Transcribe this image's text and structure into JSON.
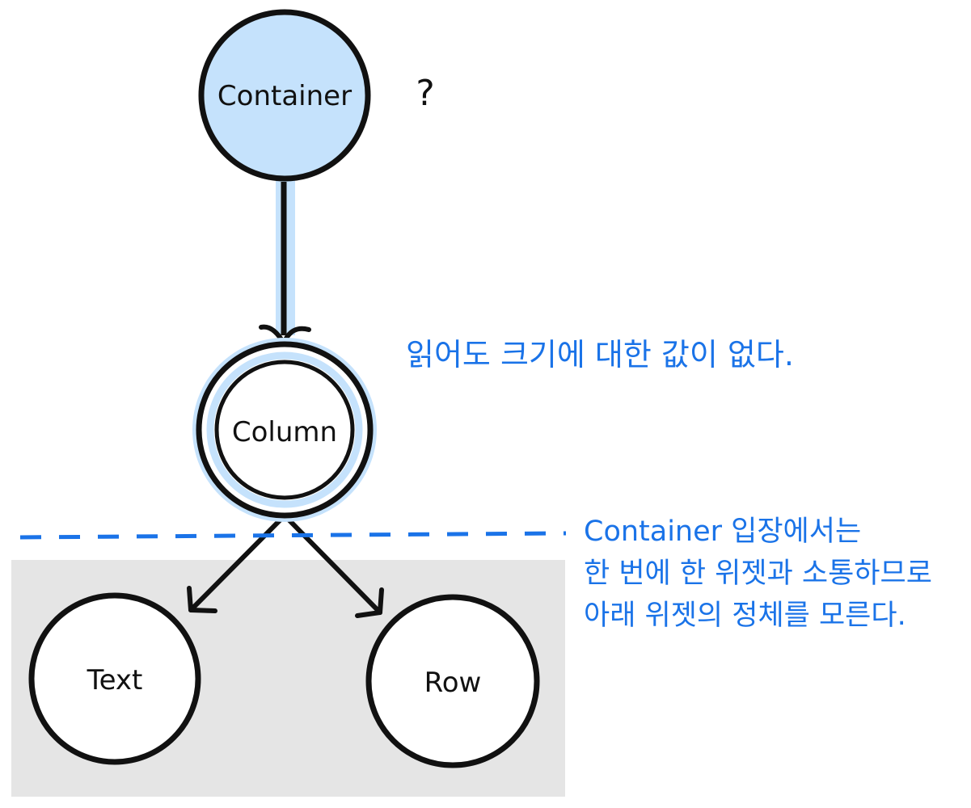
{
  "nodes": {
    "container": {
      "label": "Container"
    },
    "column": {
      "label": "Column"
    },
    "text": {
      "label": "Text"
    },
    "row": {
      "label": "Row"
    }
  },
  "question_mark": "?",
  "annotations": {
    "top_note": "읽어도 크기에 대한 값이 없다.",
    "side_note": [
      "Container 입장에서는",
      "한 번에 한 위젯과 소통하므로",
      "아래 위젯의 정체를 모른다."
    ]
  },
  "colors": {
    "node_fill_highlight": "#c5e2fc",
    "node_stroke": "#111111",
    "annotation_blue": "#1a73e8",
    "shaded_region": "#e5e5e5"
  }
}
